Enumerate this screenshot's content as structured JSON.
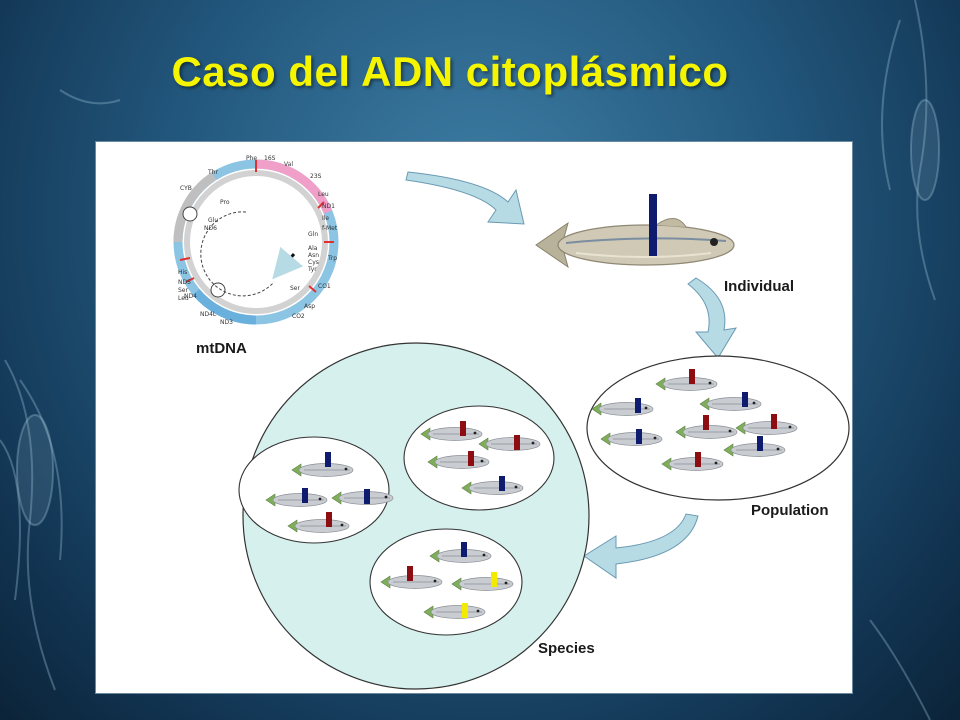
{
  "slide": {
    "title": "Caso del ADN citoplásmico"
  },
  "labels": {
    "mtdna": "mtDNA",
    "individual": "Individual",
    "population": "Population",
    "species": "Species"
  },
  "genome_map": {
    "genes": [
      "Phe",
      "16S",
      "Val",
      "23S",
      "Leu",
      "ND1",
      "Ile",
      "f-Met",
      "Gln",
      "Trp",
      "Ala",
      "Asn",
      "Cys",
      "Tyr",
      "CO1",
      "Ser",
      "Asp",
      "CO2",
      "Thr",
      "CYB",
      "Pro",
      "Glu",
      "ND6",
      "ND5",
      "His",
      "Ser",
      "Leu",
      "ND4",
      "ND4L",
      "ND3"
    ]
  },
  "colors": {
    "dark_marker": "#0f1b6e",
    "red_marker": "#8c0e12",
    "yellow_marker": "#f2ea00",
    "arrow": "#b7dbe5",
    "species_fill": "#d6f0ee",
    "title": "#f5f500"
  }
}
